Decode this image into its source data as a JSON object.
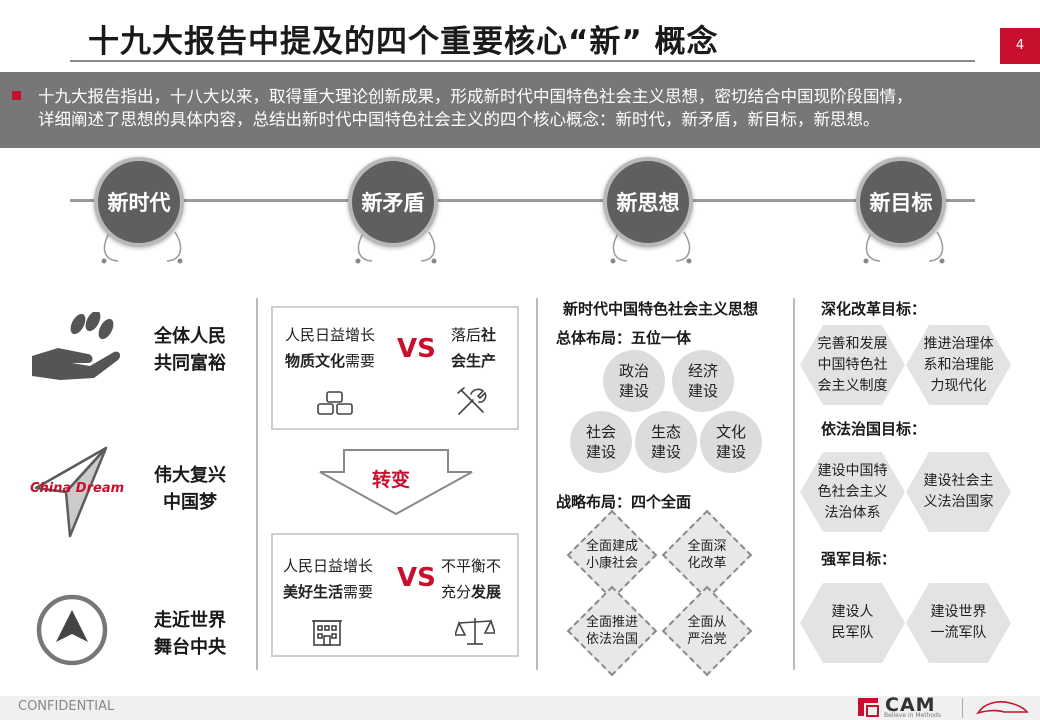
{
  "header": {
    "title": "十九大报告中提及的四个重要核心“新” 概念",
    "page_number": "4"
  },
  "banner": {
    "line1": "十九大报告指出，十八大以来，取得重大理论创新成果，形成新时代中国特色社会主义思想，密切结合中国现阶段国情，",
    "line2": "详细阐述了思想的具体内容，总结出新时代中国特色社会主义的四个核心概念：新时代，新矛盾，新目标，新思想。"
  },
  "timeline": {
    "concepts": [
      "新时代",
      "新矛盾",
      "新思想",
      "新目标"
    ]
  },
  "era": {
    "items": [
      {
        "line1": "全体人民",
        "line2": "共同富裕"
      },
      {
        "line1": "伟大复兴",
        "line2": "中国梦"
      },
      {
        "line1": "走近世界",
        "line2": "舞台中央"
      }
    ],
    "dream_text": "China Dream"
  },
  "contradiction": {
    "top": {
      "left_line1": "人民日益增长",
      "left_line2_bold": "物质文化",
      "left_line2_rest": "需要",
      "vs": "VS",
      "right_line1_pre": "落后",
      "right_line1_bold": "社",
      "right_line2_bold": "会生产"
    },
    "arrow_label": "转变",
    "bottom": {
      "left_line1": "人民日益增长",
      "left_line2_bold": "美好生活",
      "left_line2_rest": "需要",
      "vs": "VS",
      "right_line1": "不平衡不",
      "right_line2_pre": "充分",
      "right_line2_bold": "发展"
    }
  },
  "thought": {
    "title": "新时代中国特色社会主义思想",
    "layout_title": "总体布局：五位一体",
    "bubbles": [
      {
        "l1": "政治",
        "l2": "建设"
      },
      {
        "l1": "经济",
        "l2": "建设"
      },
      {
        "l1": "社会",
        "l2": "建设"
      },
      {
        "l1": "生态",
        "l2": "建设"
      },
      {
        "l1": "文化",
        "l2": "建设"
      }
    ],
    "strategy_title": "战略布局：四个全面",
    "diamonds": [
      {
        "l1": "全面建成",
        "l2": "小康社会"
      },
      {
        "l1": "全面深",
        "l2": "化改革"
      },
      {
        "l1": "全面推进",
        "l2": "依法治国"
      },
      {
        "l1": "全面从",
        "l2": "严治党"
      }
    ]
  },
  "goals": {
    "reform_title": "深化改革目标：",
    "reform_items": [
      {
        "l1": "完善和发展",
        "l2": "中国特色社",
        "l3": "会主义制度"
      },
      {
        "l1": "推进治理体",
        "l2": "系和治理能",
        "l3": "力现代化"
      }
    ],
    "law_title": "依法治国目标：",
    "law_items": [
      {
        "l1": "建设中国特",
        "l2": "色社会主义",
        "l3": "法治体系"
      },
      {
        "l1": "建设社会主",
        "l2": "义法治国家"
      }
    ],
    "army_title": "强军目标：",
    "army_items": [
      {
        "l1": "建设人",
        "l2": "民军队"
      },
      {
        "l1": "建设世界",
        "l2": "一流军队"
      }
    ]
  },
  "footer": {
    "confidential": "CONFIDENTIAL",
    "brand": "CAM",
    "brand_sub": "Believe in Methods"
  },
  "colors": {
    "accent": "#c8102e",
    "banner_gray": "#777777",
    "circle_gray": "#5f5f5f"
  },
  "icons": [
    "hand-coins-icon",
    "paper-plane-icon",
    "chevron-up-circle-icon",
    "blocks-icon",
    "tools-icon",
    "building-icon",
    "scales-icon",
    "cam-logo-icon",
    "car-logo-icon"
  ]
}
